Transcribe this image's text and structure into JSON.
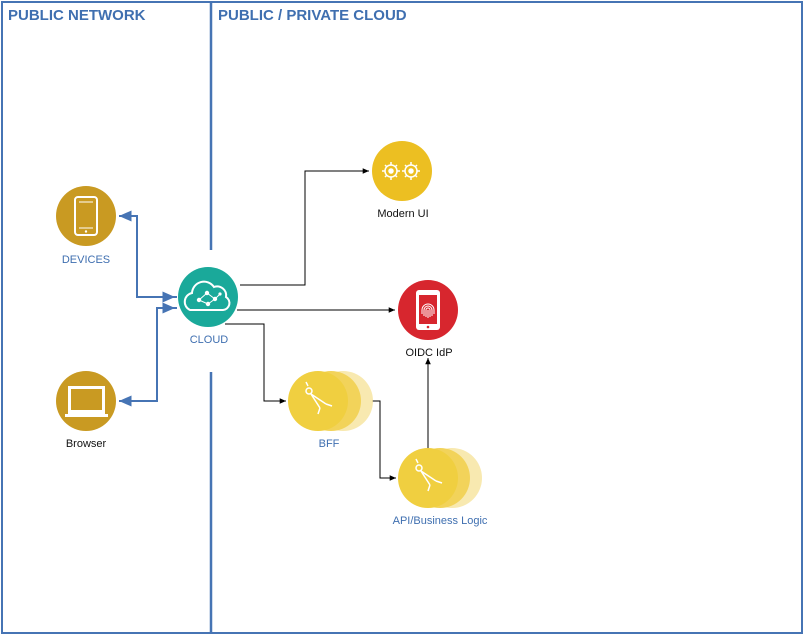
{
  "zones": {
    "public_network": "PUBLIC NETWORK",
    "cloud": "PUBLIC / PRIVATE CLOUD"
  },
  "nodes": {
    "devices": {
      "label": "DEVICES",
      "icon": "smartphone-icon",
      "color": "#c99a22"
    },
    "browser": {
      "label": "Browser",
      "icon": "monitor-icon",
      "color": "#c99a22"
    },
    "cloud": {
      "label": "CLOUD",
      "icon": "cloud-network-icon",
      "color": "#1aa99a"
    },
    "modern_ui": {
      "label": "Modern UI",
      "icon": "gears-icon",
      "color": "#ecbf22"
    },
    "oidc_idp": {
      "label": "OIDC IdP",
      "icon": "fingerprint-phone-icon",
      "color": "#d7262e"
    },
    "bff": {
      "label": "BFF",
      "icon": "compass-icon",
      "color": "#f0cf40"
    },
    "api": {
      "label": "API/Business Logic",
      "icon": "compass-icon",
      "color": "#f0cf40"
    }
  },
  "colors": {
    "border": "#4674b4",
    "blue_connector": "#4674b4",
    "black_connector": "#000000"
  }
}
